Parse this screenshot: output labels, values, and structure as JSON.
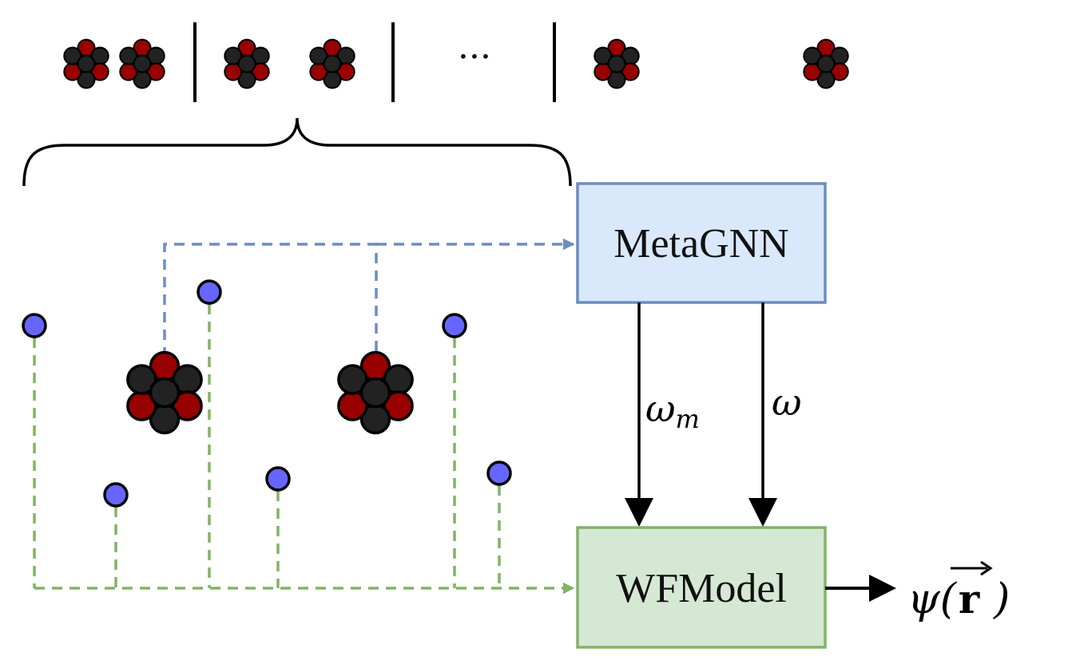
{
  "nodes": {
    "meta_gnn": {
      "label": "MetaGNN",
      "fill": "#dae8fc",
      "stroke": "#6c8ebf"
    },
    "wf_model": {
      "label": "WFModel",
      "fill": "#d5e8d4",
      "stroke": "#82b366"
    }
  },
  "edges": {
    "omega_m": {
      "symbol": "ω",
      "subscript": "m"
    },
    "omega": {
      "symbol": "ω"
    },
    "output": {
      "prefix": "ψ(",
      "vector": "r",
      "suffix": ")"
    }
  },
  "top_row": {
    "ellipsis": "···"
  },
  "colors": {
    "electron": "#6666ff",
    "atom_dark": "#222222",
    "atom_red": "#990000",
    "blue_dash": "#6c8ebf",
    "green_dash": "#82b366"
  },
  "icons": {
    "atom": "atom-icon",
    "electron": "electron-icon",
    "brace": "curly-brace-icon"
  }
}
